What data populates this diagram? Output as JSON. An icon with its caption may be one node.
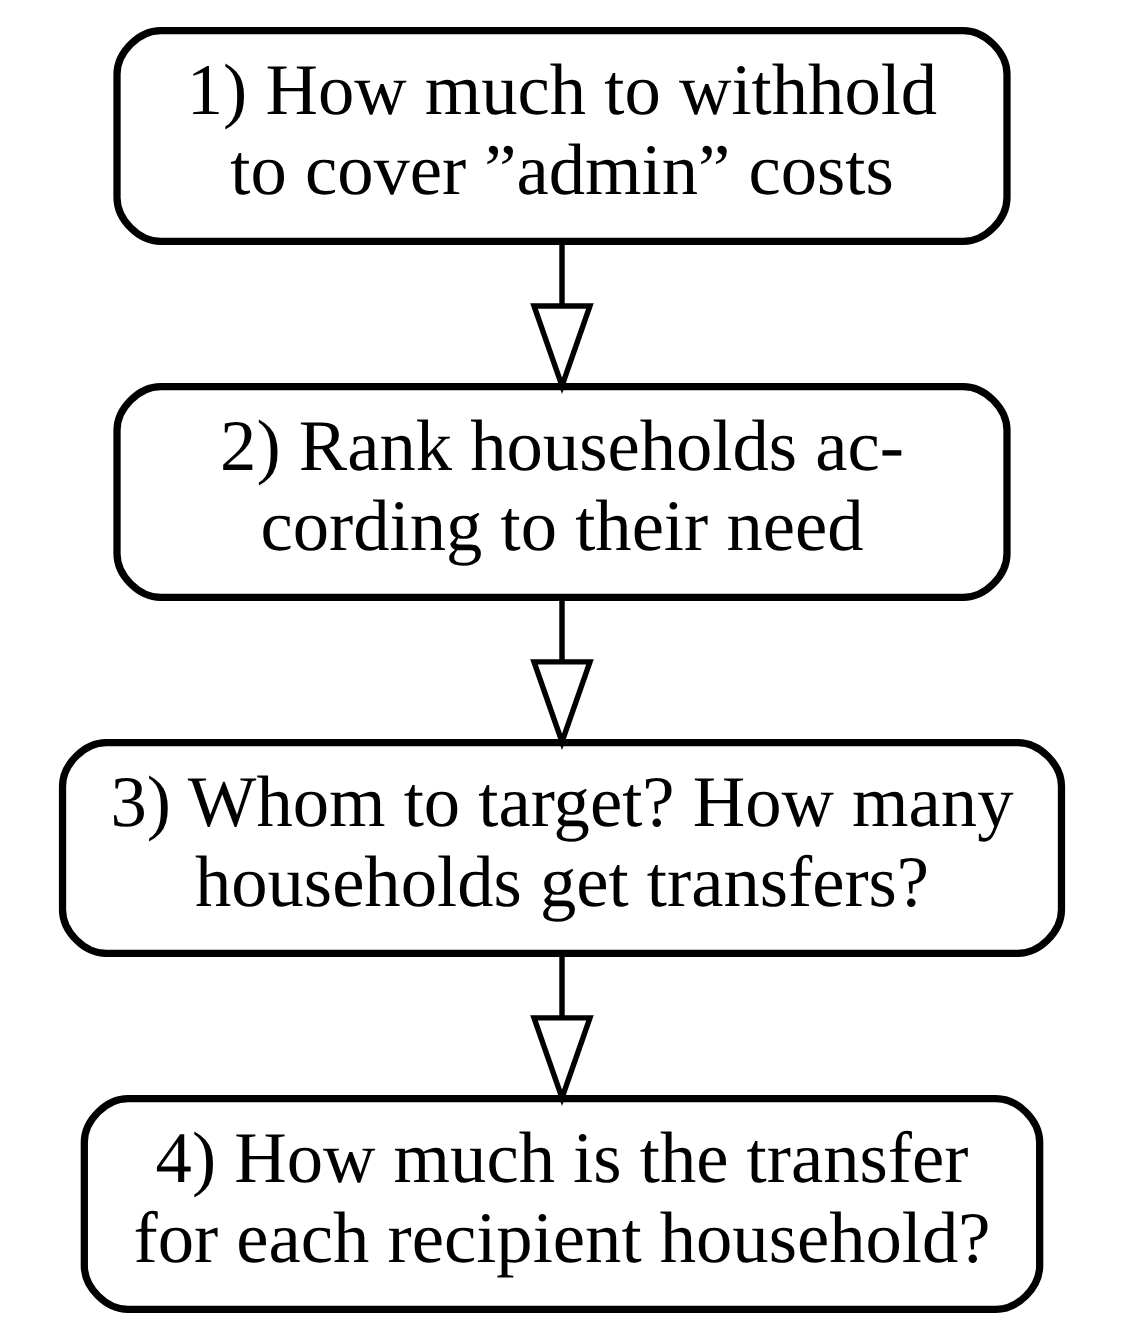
{
  "diagram": {
    "nodes": [
      {
        "text": [
          "1) How much to withhold to cover ”admin” costs"
        ]
      },
      {
        "text": [
          "2) Rank households ac- cording to their need"
        ]
      },
      {
        "text": [
          "3) Whom to target? How many households get transfers?"
        ]
      },
      {
        "text": [
          "4) How much is the transfer for each recipient household?"
        ]
      }
    ],
    "edges": [
      {
        "from": 0,
        "to": 1,
        "arrow": "to"
      },
      {
        "from": 1,
        "to": 2,
        "arrow": "to"
      },
      {
        "from": 2,
        "to": 3,
        "arrow": "to"
      }
    ]
  }
}
